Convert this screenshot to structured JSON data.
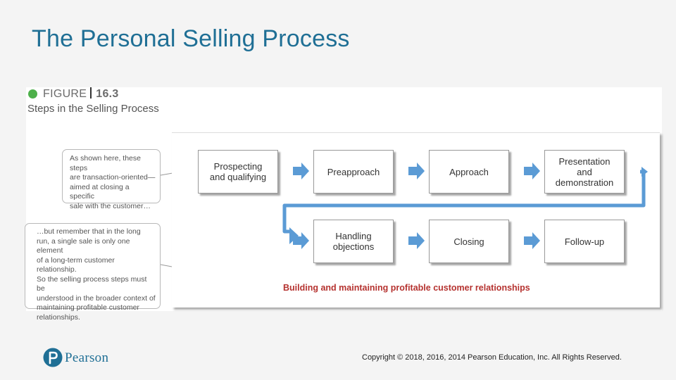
{
  "title": "The Personal Selling Process",
  "figure": {
    "label": "FIGURE",
    "number": "16.3",
    "caption": "Steps in the Selling Process"
  },
  "notes": {
    "first": [
      "As shown here, these steps",
      "are transaction-oriented—",
      "aimed at closing a specific",
      "sale with the customer…"
    ],
    "second": [
      "…but remember that in the long",
      "run, a single sale is only one element",
      "of a long-term customer relationship.",
      "So the selling process steps must be",
      "understood in the broader context of",
      "maintaining profitable customer",
      "relationships."
    ]
  },
  "steps_row1": [
    {
      "line1": "Prospecting",
      "line2": "and qualifying",
      "line3": ""
    },
    {
      "line1": "Preapproach",
      "line2": "",
      "line3": ""
    },
    {
      "line1": "Approach",
      "line2": "",
      "line3": ""
    },
    {
      "line1": "Presentation",
      "line2": "and",
      "line3": "demonstration"
    }
  ],
  "steps_row2": [
    {
      "line1": "Handling",
      "line2": "objections",
      "line3": ""
    },
    {
      "line1": "Closing",
      "line2": "",
      "line3": ""
    },
    {
      "line1": "Follow-up",
      "line2": "",
      "line3": ""
    }
  ],
  "relationship_label": "Building and maintaining profitable customer relationships",
  "colors": {
    "title": "#1f6f95",
    "arrow": "#5b9bd5",
    "relationship_text": "#b5322f",
    "figure_dot": "#4db04a"
  },
  "footer": {
    "copyright": "Copyright © 2018, 2016, 2014 Pearson Education, Inc. All Rights Reserved.",
    "brand": "Pearson"
  }
}
